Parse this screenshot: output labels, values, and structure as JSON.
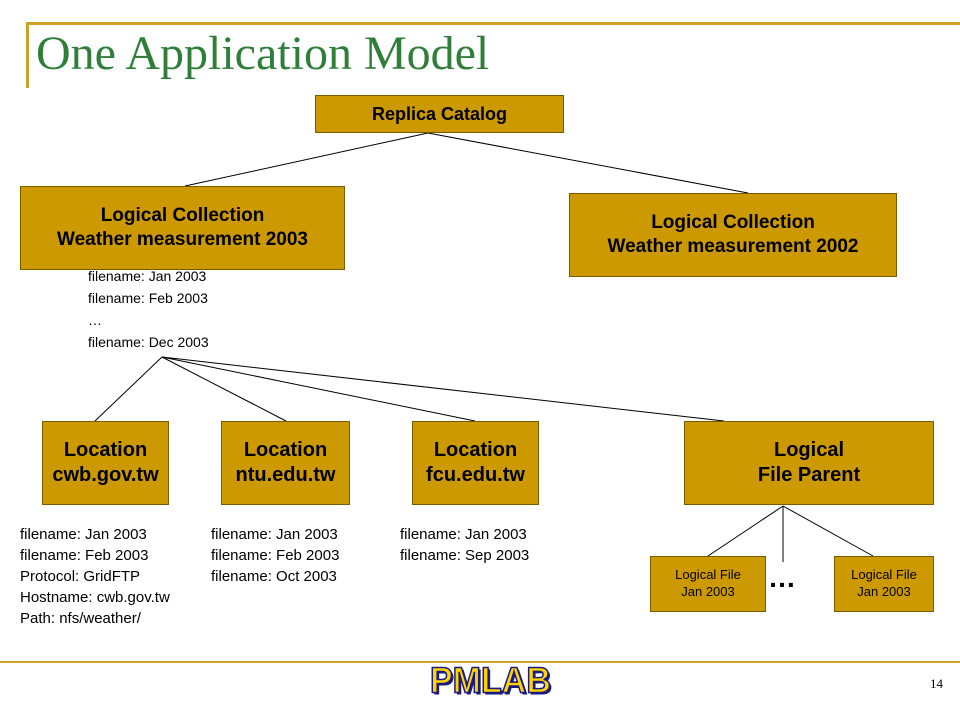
{
  "slide": {
    "title": "One Application Model",
    "page_number": "14",
    "logo_text": "PMLAB"
  },
  "nodes": {
    "replica_catalog": "Replica Catalog",
    "collection_2003": {
      "line1": "Logical Collection",
      "line2": "Weather measurement 2003"
    },
    "collection_2002": {
      "line1": "Logical Collection",
      "line2": "Weather measurement 2002"
    },
    "location_cwb": {
      "line1": "Location",
      "line2": "cwb.gov.tw"
    },
    "location_ntu": {
      "line1": "Location",
      "line2": "ntu.edu.tw"
    },
    "location_fcu": {
      "line1": "Location",
      "line2": "fcu.edu.tw"
    },
    "logical_file_parent": {
      "line1": "Logical",
      "line2": "File Parent"
    },
    "logical_file_1": {
      "line1": "Logical File",
      "line2": "Jan 2003"
    },
    "logical_file_2": {
      "line1": "Logical File",
      "line2": "Jan 2003"
    },
    "ellipsis": "…"
  },
  "annotations": {
    "collection_2003_files": [
      "filename: Jan 2003",
      "filename: Feb 2003",
      "…",
      "filename: Dec 2003"
    ],
    "cwb_files": [
      "filename: Jan 2003",
      "filename: Feb 2003",
      "Protocol: GridFTP",
      "Hostname: cwb.gov.tw",
      "Path: nfs/weather/"
    ],
    "ntu_files": [
      "filename: Jan 2003",
      "filename: Feb 2003",
      "filename: Oct 2003"
    ],
    "fcu_files": [
      "filename: Jan 2003",
      "filename: Sep 2003"
    ]
  },
  "colors": {
    "box_fill": "#cc9900",
    "title": "#2f7f3b",
    "accent_rule": "#c9a227"
  }
}
